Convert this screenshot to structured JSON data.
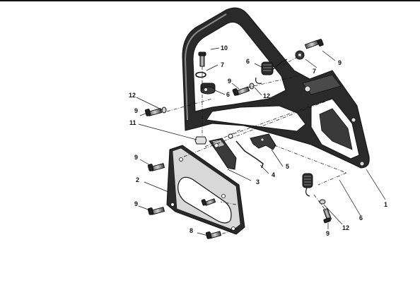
{
  "callouts": {
    "c1": "1",
    "c2": "2",
    "c3": "3",
    "c4": "4",
    "c5": "5",
    "c6a": "6",
    "c6b": "6",
    "c6c": "6",
    "c7a": "7",
    "c7b": "7",
    "c8": "8",
    "c9a": "9",
    "c9b": "9",
    "c9c": "9",
    "c9d": "9",
    "c9e": "9",
    "c9f": "9",
    "c10": "10",
    "c11": "11",
    "c12a": "12",
    "c12b": "12",
    "c12c": "12"
  }
}
